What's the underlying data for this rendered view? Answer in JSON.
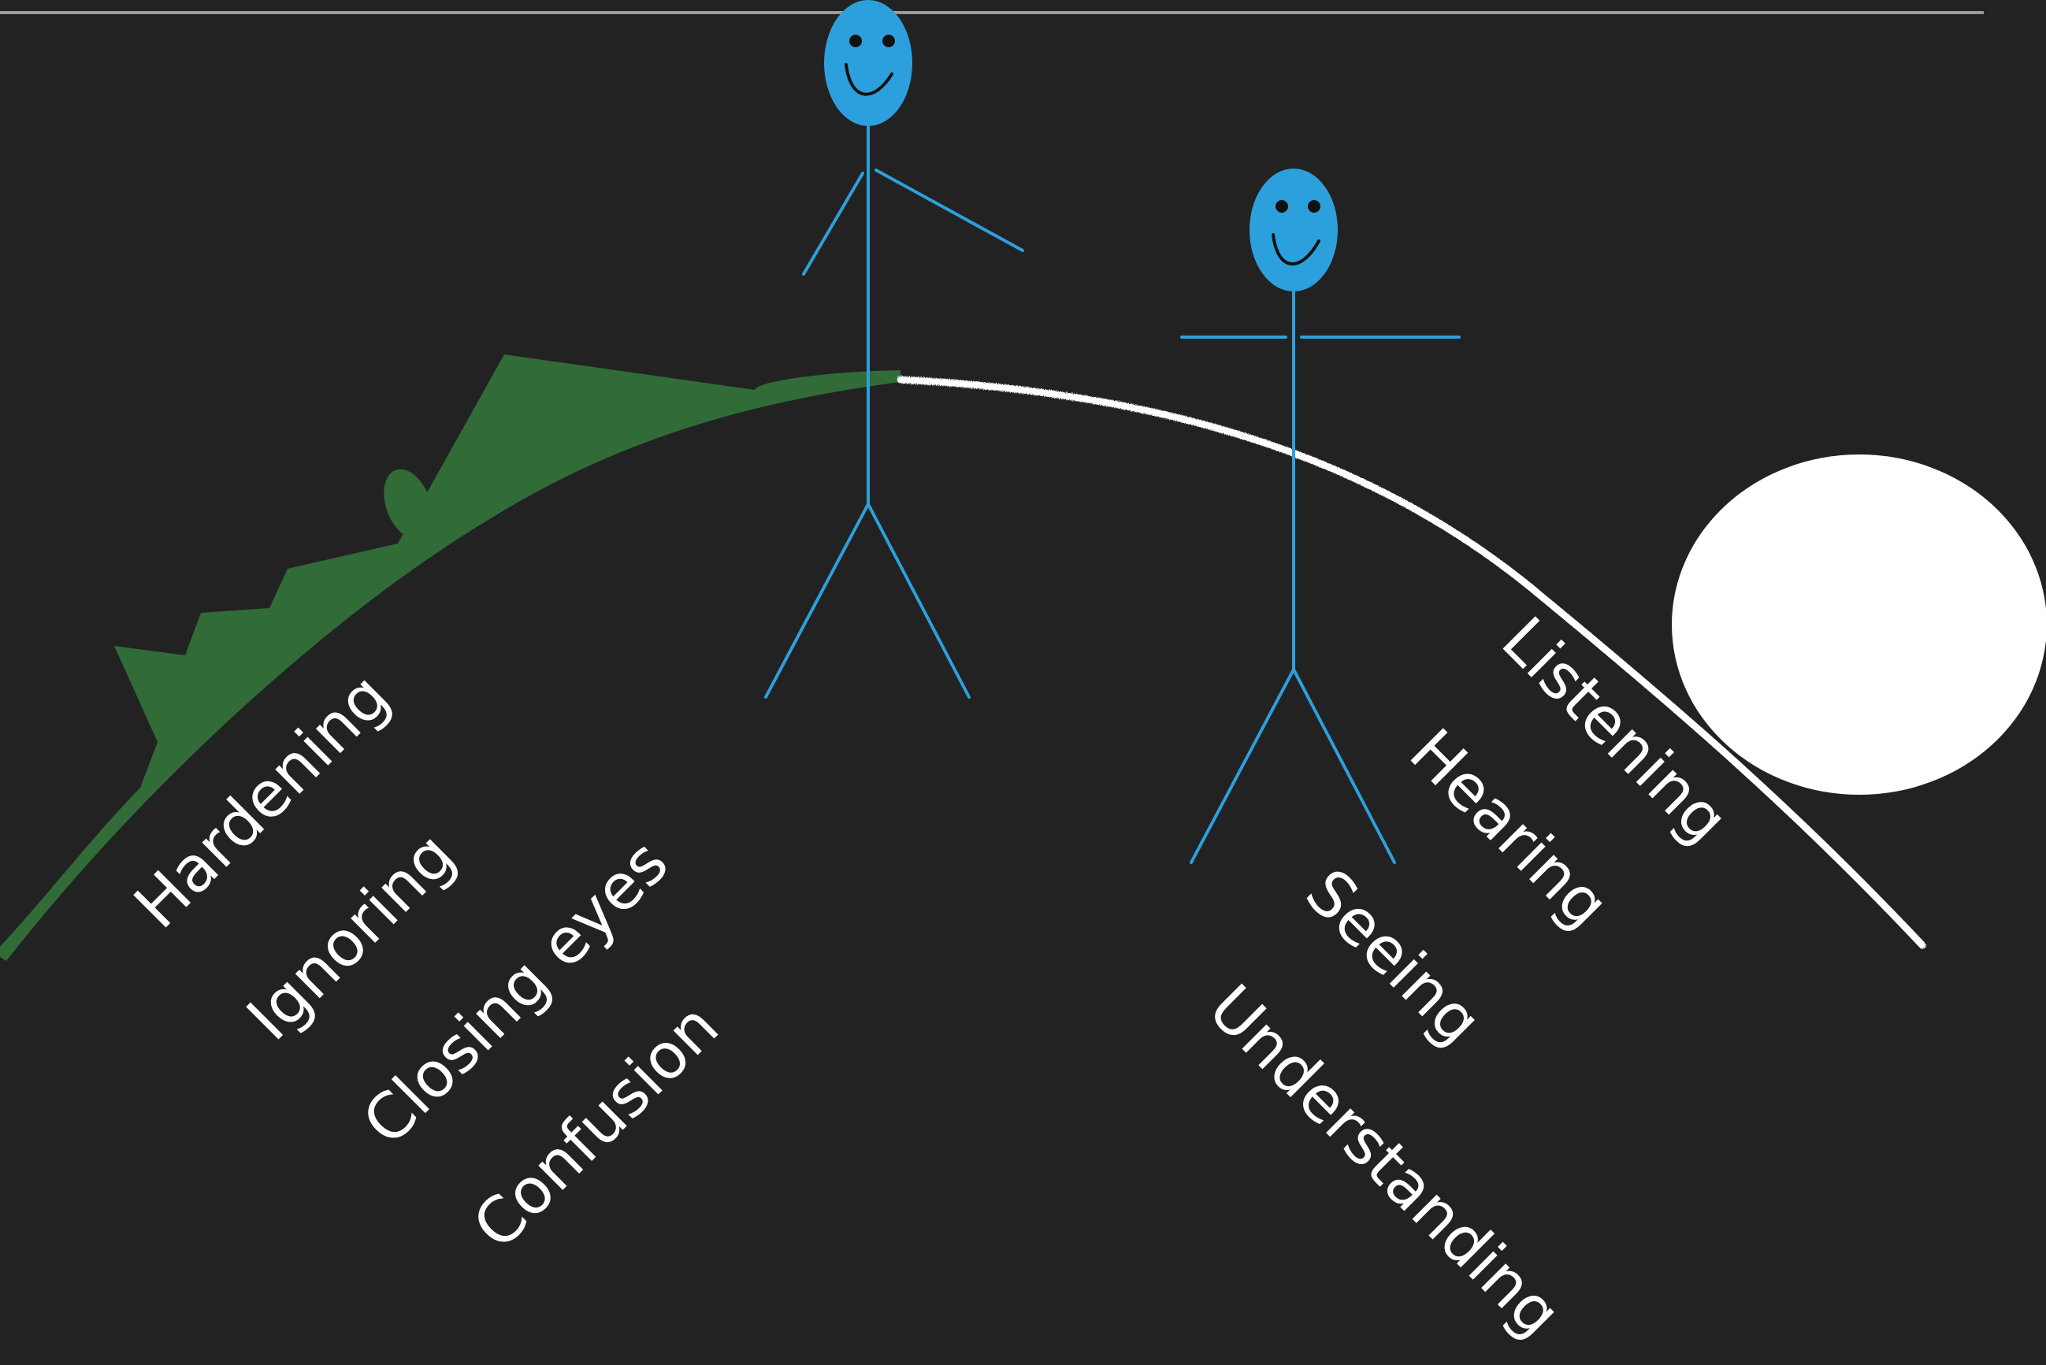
{
  "colors": {
    "background": "#222222",
    "rule_line": "#9a9a9a",
    "stick_figure": "#2ca0dc",
    "green_slope": "#316b37",
    "chalk_path": "#ffffff",
    "boulder": "#ffffff"
  },
  "left_path_labels": [
    "Hardening",
    "Ignoring",
    "Closing eyes",
    "Confusion"
  ],
  "right_path_labels": [
    "Listening",
    "Hearing",
    "Seeing",
    "Understanding"
  ]
}
